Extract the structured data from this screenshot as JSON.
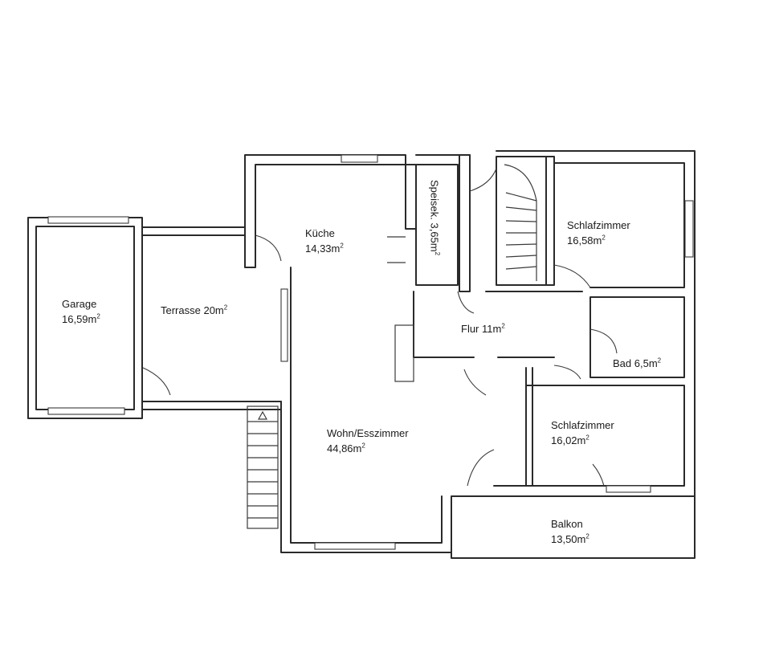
{
  "rooms": {
    "kueche": {
      "name": "Küche",
      "area": "14,33m",
      "unit_sup": "2"
    },
    "speisekammer": {
      "label": "Speisek. 3,65m",
      "unit_sup": "2"
    },
    "schlafzimmer1": {
      "name": "Schlafzimmer",
      "area": "16,58m",
      "unit_sup": "2"
    },
    "garage": {
      "name": "Garage",
      "area": "16,59m",
      "unit_sup": "2"
    },
    "terrasse": {
      "label": "Terrasse 20m",
      "unit_sup": "2"
    },
    "flur": {
      "label": "Flur 11m",
      "unit_sup": "2"
    },
    "bad": {
      "label": "Bad 6,5m",
      "unit_sup": "2"
    },
    "wohn": {
      "name": "Wohn/Esszimmer",
      "area": "44,86m",
      "unit_sup": "2"
    },
    "schlafzimmer2": {
      "name": "Schlafzimmer",
      "area": "16,02m",
      "unit_sup": "2"
    },
    "balkon": {
      "name": "Balkon",
      "area": "13,50m",
      "unit_sup": "2"
    }
  }
}
